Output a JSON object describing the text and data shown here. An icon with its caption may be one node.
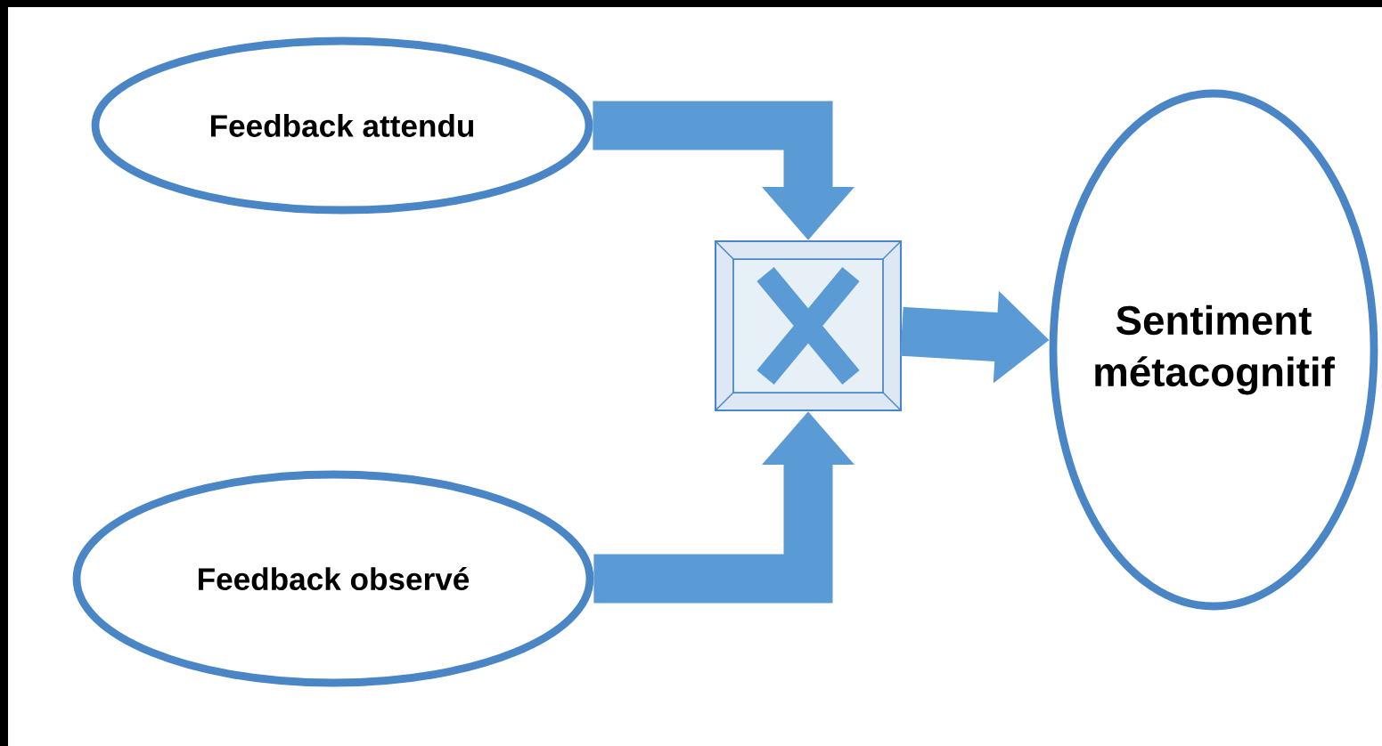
{
  "diagram": {
    "nodes": [
      {
        "text": [
          "Feedback attendu"
        ]
      },
      {
        "text": [
          "Feedback observé"
        ]
      },
      {
        "text": [],
        "shape": "box"
      },
      {
        "text": [
          "Sentiment métacognitif"
        ]
      }
    ],
    "edges": [
      {
        "from": 0,
        "to": 2,
        "arrow": "to"
      },
      {
        "from": 1,
        "to": 2,
        "arrow": "to"
      },
      {
        "from": 2,
        "to": 3,
        "arrow": "to"
      }
    ]
  }
}
